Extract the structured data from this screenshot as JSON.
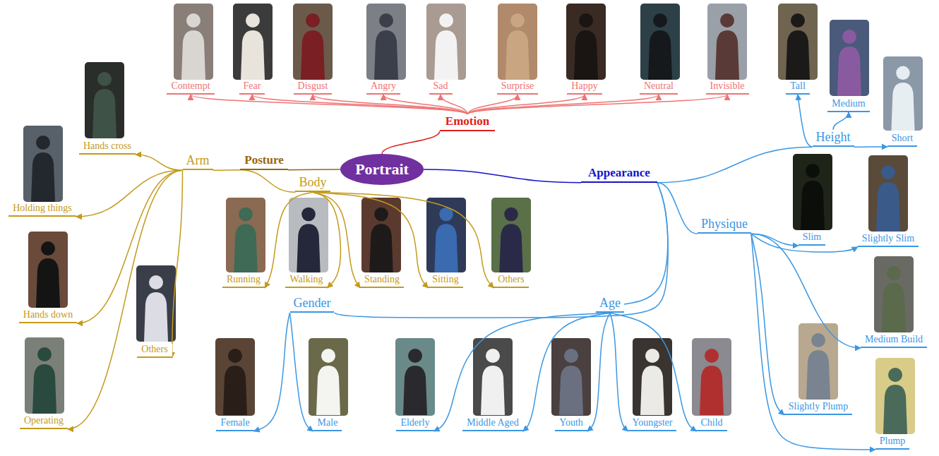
{
  "diagram": {
    "nodes": [
      {
        "text": [
          "Portrait"
        ]
      },
      {
        "text": [
          "Emotion"
        ]
      },
      {
        "text": [
          "Contempt"
        ]
      },
      {
        "text": [
          "Fear"
        ]
      },
      {
        "text": [
          "Disgust"
        ]
      },
      {
        "text": [
          "Angry"
        ]
      },
      {
        "text": [
          "Sad"
        ]
      },
      {
        "text": [
          "Surprise"
        ]
      },
      {
        "text": [
          "Happy"
        ]
      },
      {
        "text": [
          "Neutral"
        ]
      },
      {
        "text": [
          "Invisible"
        ]
      },
      {
        "text": [
          "Posture"
        ]
      },
      {
        "text": [
          "Arm"
        ]
      },
      {
        "text": [
          "Hands cross"
        ]
      },
      {
        "text": [
          "Holding things"
        ]
      },
      {
        "text": [
          "Hands down"
        ]
      },
      {
        "text": [
          "Operating"
        ]
      },
      {
        "text": [
          "Others"
        ]
      },
      {
        "text": [
          "Body"
        ]
      },
      {
        "text": [
          "Running"
        ]
      },
      {
        "text": [
          "Walking"
        ]
      },
      {
        "text": [
          "Standing"
        ]
      },
      {
        "text": [
          "Sitting"
        ]
      },
      {
        "text": [
          "Others"
        ]
      },
      {
        "text": [
          "Appearance"
        ]
      },
      {
        "text": [
          "Height"
        ]
      },
      {
        "text": [
          "Tall"
        ]
      },
      {
        "text": [
          "Medium"
        ]
      },
      {
        "text": [
          "Short"
        ]
      },
      {
        "text": [
          "Physique"
        ]
      },
      {
        "text": [
          "Slim"
        ]
      },
      {
        "text": [
          "Slightly Slim"
        ]
      },
      {
        "text": [
          "Medium Build"
        ]
      },
      {
        "text": [
          "Slightly Plump"
        ]
      },
      {
        "text": [
          "Plump"
        ]
      },
      {
        "text": [
          "Gender"
        ]
      },
      {
        "text": [
          "Female"
        ]
      },
      {
        "text": [
          "Male"
        ]
      },
      {
        "text": [
          "Age"
        ]
      },
      {
        "text": [
          "Elderly"
        ]
      },
      {
        "text": [
          "Middle Aged"
        ]
      },
      {
        "text": [
          "Youth"
        ]
      },
      {
        "text": [
          "Youngster"
        ]
      },
      {
        "text": [
          "Child"
        ]
      }
    ],
    "edges": [
      {
        "from": 0,
        "to": 1,
        "arrow": "none"
      },
      {
        "from": 0,
        "to": 11,
        "arrow": "none"
      },
      {
        "from": 0,
        "to": 24,
        "arrow": "none"
      },
      {
        "from": 1,
        "to": 2,
        "arrow": "to"
      },
      {
        "from": 1,
        "to": 3,
        "arrow": "to"
      },
      {
        "from": 1,
        "to": 4,
        "arrow": "to"
      },
      {
        "from": 1,
        "to": 5,
        "arrow": "to"
      },
      {
        "from": 1,
        "to": 6,
        "arrow": "to"
      },
      {
        "from": 1,
        "to": 7,
        "arrow": "to"
      },
      {
        "from": 1,
        "to": 8,
        "arrow": "to"
      },
      {
        "from": 1,
        "to": 9,
        "arrow": "to"
      },
      {
        "from": 1,
        "to": 10,
        "arrow": "to"
      },
      {
        "from": 11,
        "to": 12,
        "arrow": "none"
      },
      {
        "from": 11,
        "to": 18,
        "arrow": "none"
      },
      {
        "from": 12,
        "to": 13,
        "arrow": "to"
      },
      {
        "from": 12,
        "to": 14,
        "arrow": "to"
      },
      {
        "from": 12,
        "to": 15,
        "arrow": "to"
      },
      {
        "from": 12,
        "to": 16,
        "arrow": "to"
      },
      {
        "from": 12,
        "to": 17,
        "arrow": "to"
      },
      {
        "from": 18,
        "to": 19,
        "arrow": "to"
      },
      {
        "from": 18,
        "to": 20,
        "arrow": "to"
      },
      {
        "from": 18,
        "to": 21,
        "arrow": "to"
      },
      {
        "from": 18,
        "to": 22,
        "arrow": "to"
      },
      {
        "from": 18,
        "to": 23,
        "arrow": "to"
      },
      {
        "from": 24,
        "to": 25,
        "arrow": "none"
      },
      {
        "from": 24,
        "to": 29,
        "arrow": "none"
      },
      {
        "from": 24,
        "to": 35,
        "arrow": "none"
      },
      {
        "from": 24,
        "to": 38,
        "arrow": "none"
      },
      {
        "from": 25,
        "to": 26,
        "arrow": "to"
      },
      {
        "from": 25,
        "to": 27,
        "arrow": "to"
      },
      {
        "from": 25,
        "to": 28,
        "arrow": "to"
      },
      {
        "from": 29,
        "to": 30,
        "arrow": "to"
      },
      {
        "from": 29,
        "to": 31,
        "arrow": "to"
      },
      {
        "from": 29,
        "to": 32,
        "arrow": "to"
      },
      {
        "from": 29,
        "to": 33,
        "arrow": "to"
      },
      {
        "from": 29,
        "to": 34,
        "arrow": "to"
      },
      {
        "from": 35,
        "to": 36,
        "arrow": "to"
      },
      {
        "from": 35,
        "to": 37,
        "arrow": "to"
      },
      {
        "from": 38,
        "to": 39,
        "arrow": "to"
      },
      {
        "from": 38,
        "to": 40,
        "arrow": "to"
      },
      {
        "from": 38,
        "to": 41,
        "arrow": "to"
      },
      {
        "from": 38,
        "to": 42,
        "arrow": "to"
      },
      {
        "from": 38,
        "to": 43,
        "arrow": "to"
      }
    ]
  }
}
